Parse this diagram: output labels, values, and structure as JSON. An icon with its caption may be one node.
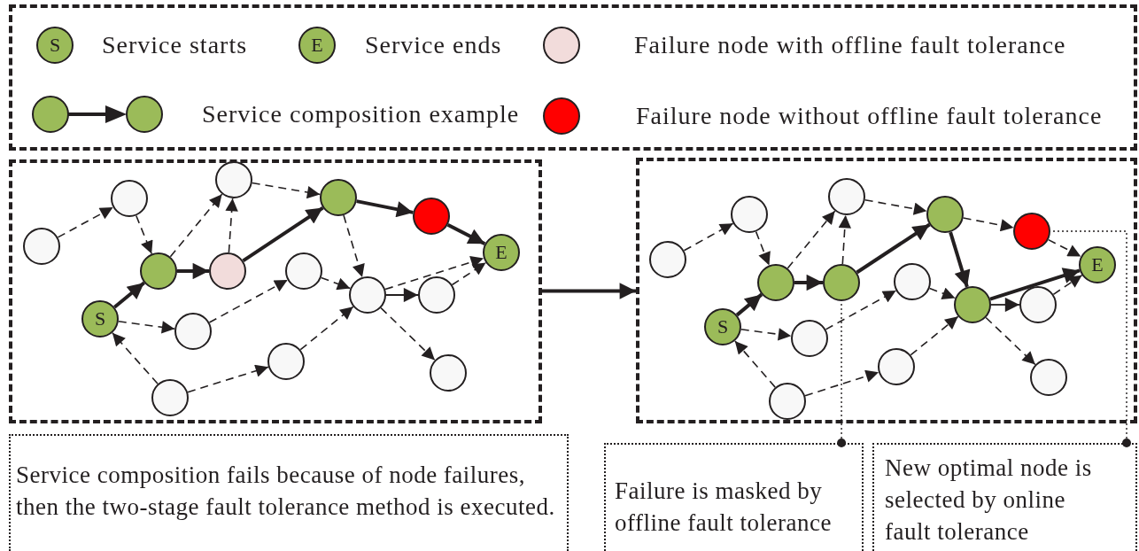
{
  "diagram": {
    "nodes": [
      {
        "text": [],
        "shape": "box"
      },
      {
        "text": [],
        "shape": "circle",
        "in": 0
      },
      {
        "text": [],
        "shape": "circle",
        "in": 0
      },
      {
        "text": [],
        "shape": "circle",
        "in": 0
      },
      {
        "text": [],
        "shape": "circle",
        "in": 0
      },
      {
        "text": [],
        "shape": "circle",
        "in": 0
      },
      {
        "text": [],
        "shape": "circle",
        "in": 0
      },
      {
        "text": [],
        "shape": "circle",
        "in": 0
      },
      {
        "text": [
          "E"
        ],
        "in": 0
      },
      {
        "text": [
          "S"
        ],
        "in": 0
      },
      {
        "text": [],
        "shape": "circle",
        "in": 0
      },
      {
        "text": [],
        "shape": "circle",
        "in": 0
      },
      {
        "text": [],
        "shape": "circle",
        "in": 0
      },
      {
        "text": [],
        "shape": "circle",
        "in": 0
      },
      {
        "text": [],
        "shape": "circle",
        "in": 0
      },
      {
        "text": [],
        "shape": "circle",
        "in": 0
      },
      {
        "text": [],
        "shape": "circle",
        "in": 0
      },
      {
        "text": [],
        "shape": "box"
      },
      {
        "text": [],
        "shape": "circle",
        "in": 17
      },
      {
        "text": [],
        "shape": "circle",
        "in": 17
      },
      {
        "text": [],
        "shape": "circle",
        "in": 17
      },
      {
        "text": [],
        "shape": "circle",
        "in": 17
      },
      {
        "text": [],
        "shape": "circle",
        "in": 17
      },
      {
        "text": [],
        "shape": "circle",
        "in": 17
      },
      {
        "text": [],
        "shape": "circle",
        "in": 17
      },
      {
        "text": [
          "E"
        ],
        "in": 17
      },
      {
        "text": [
          "S"
        ],
        "in": 17
      },
      {
        "text": [],
        "shape": "circle",
        "in": 17
      },
      {
        "text": [],
        "shape": "circle",
        "in": 17
      },
      {
        "text": [],
        "shape": "circle",
        "in": 17
      },
      {
        "text": [],
        "shape": "circle",
        "in": 17
      },
      {
        "text": [],
        "shape": "circle",
        "in": 17
      },
      {
        "text": [],
        "shape": "circle",
        "in": 17
      },
      {
        "text": [],
        "shape": "circle",
        "in": 17
      },
      {
        "text": [
          "Service composition fails because of node failures, then the two-stage fault tolerance method is executed."
        ]
      },
      {
        "text": [
          "Failure is masked by offline fault tolerance"
        ]
      },
      {
        "text": [
          "New optimal node is selected by online fault tolerance"
        ]
      }
    ],
    "edges": [
      {
        "from": 1,
        "to": 2,
        "arrow": "to",
        "style": "dashed"
      },
      {
        "from": 2,
        "to": 3,
        "arrow": "to",
        "style": "dashed"
      },
      {
        "from": 3,
        "to": 5,
        "arrow": "to",
        "style": "dashed"
      },
      {
        "from": 4,
        "to": 5,
        "arrow": "to",
        "style": "dashed"
      },
      {
        "from": 5,
        "to": 6,
        "arrow": "to",
        "style": "dashed"
      },
      {
        "from": 9,
        "to": 3,
        "arrow": "to",
        "style": "thick"
      },
      {
        "from": 3,
        "to": 4,
        "arrow": "to",
        "style": "thick"
      },
      {
        "from": 4,
        "to": 6,
        "arrow": "to",
        "style": "thick"
      },
      {
        "from": 6,
        "to": 7,
        "arrow": "to",
        "style": "thick"
      },
      {
        "from": 7,
        "to": 8,
        "arrow": "to",
        "style": "thick"
      },
      {
        "from": 6,
        "to": 12,
        "arrow": "to",
        "style": "dashed"
      },
      {
        "from": 11,
        "to": 12,
        "arrow": "to",
        "style": "dashed"
      },
      {
        "from": 12,
        "to": 8,
        "arrow": "to",
        "style": "dashed"
      },
      {
        "from": 12,
        "to": 13,
        "arrow": "to"
      },
      {
        "from": 13,
        "to": 8,
        "arrow": "to",
        "style": "dashed"
      },
      {
        "from": 9,
        "to": 10,
        "arrow": "to",
        "style": "dashed"
      },
      {
        "from": 10,
        "to": 11,
        "arrow": "to",
        "style": "dashed"
      },
      {
        "from": 15,
        "to": 9,
        "arrow": "to",
        "style": "dashed"
      },
      {
        "from": 15,
        "to": 14,
        "arrow": "to",
        "style": "dashed"
      },
      {
        "from": 14,
        "to": 12,
        "arrow": "to",
        "style": "dashed"
      },
      {
        "from": 12,
        "to": 16,
        "arrow": "to",
        "style": "dashed"
      },
      {
        "from": 18,
        "to": 19,
        "arrow": "to",
        "style": "dashed"
      },
      {
        "from": 19,
        "to": 20,
        "arrow": "to",
        "style": "dashed"
      },
      {
        "from": 20,
        "to": 22,
        "arrow": "to",
        "style": "dashed"
      },
      {
        "from": 21,
        "to": 22,
        "arrow": "to",
        "style": "dashed"
      },
      {
        "from": 22,
        "to": 23,
        "arrow": "to",
        "style": "dashed"
      },
      {
        "from": 26,
        "to": 20,
        "arrow": "to",
        "style": "thick"
      },
      {
        "from": 20,
        "to": 21,
        "arrow": "to",
        "style": "thick"
      },
      {
        "from": 21,
        "to": 23,
        "arrow": "to",
        "style": "thick"
      },
      {
        "from": 23,
        "to": 24,
        "arrow": "to",
        "style": "dashed"
      },
      {
        "from": 24,
        "to": 25,
        "arrow": "to",
        "style": "dashed"
      },
      {
        "from": 23,
        "to": 29,
        "arrow": "to",
        "style": "thick"
      },
      {
        "from": 28,
        "to": 29,
        "arrow": "to",
        "style": "dashed"
      },
      {
        "from": 29,
        "to": 25,
        "arrow": "to",
        "style": "thick"
      },
      {
        "from": 29,
        "to": 30,
        "arrow": "to"
      },
      {
        "from": 30,
        "to": 25,
        "arrow": "to",
        "style": "dashed"
      },
      {
        "from": 26,
        "to": 27,
        "arrow": "to",
        "style": "dashed"
      },
      {
        "from": 27,
        "to": 28,
        "arrow": "to",
        "style": "dashed"
      },
      {
        "from": 32,
        "to": 26,
        "arrow": "to",
        "style": "dashed"
      },
      {
        "from": 32,
        "to": 31,
        "arrow": "to",
        "style": "dashed"
      },
      {
        "from": 31,
        "to": 29,
        "arrow": "to",
        "style": "dashed"
      },
      {
        "from": 29,
        "to": 33,
        "arrow": "to",
        "style": "dashed"
      },
      {
        "from": 0,
        "to": 17,
        "arrow": "to",
        "style": "thick"
      },
      {
        "from": 35,
        "to": 21,
        "arrow": "other",
        "style": "dashed"
      },
      {
        "from": 36,
        "to": 24,
        "arrow": "other",
        "style": "dashed"
      }
    ],
    "labels": [
      "S",
      "E"
    ],
    "legend": [
      {
        "text": "Service starts",
        "color": "#9bbb59"
      },
      {
        "text": "Service ends",
        "color": "#9bbb59"
      },
      {
        "text": "Failure node with offline fault tolerance",
        "color": "#f2dcdb"
      },
      {
        "text": "Service composition example"
      },
      {
        "text": "Failure node without offline fault tolerance",
        "color": "#ff0000"
      }
    ]
  }
}
